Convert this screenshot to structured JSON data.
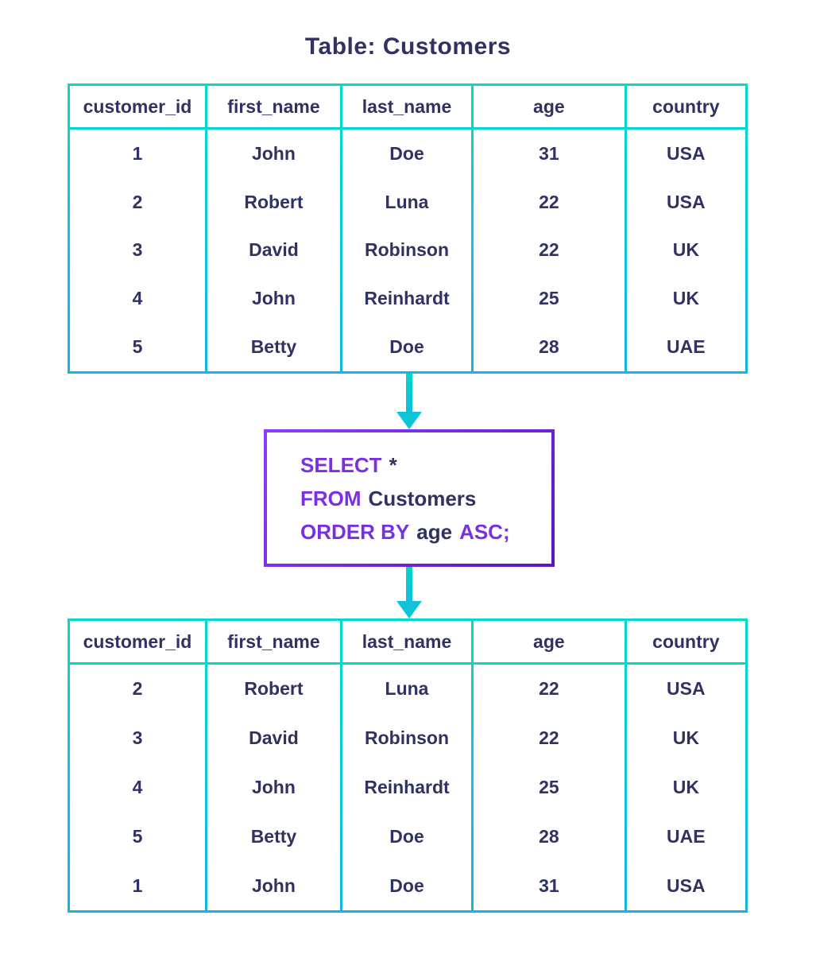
{
  "title": "Table: Customers",
  "source_table": {
    "columns": [
      {
        "header": "customer_id",
        "values": [
          "1",
          "2",
          "3",
          "4",
          "5"
        ]
      },
      {
        "header": "first_name",
        "values": [
          "John",
          "Robert",
          "David",
          "John",
          "Betty"
        ]
      },
      {
        "header": "last_name",
        "values": [
          "Doe",
          "Luna",
          "Robinson",
          "Reinhardt",
          "Doe"
        ]
      },
      {
        "header": "age",
        "values": [
          "31",
          "22",
          "22",
          "25",
          "28"
        ]
      },
      {
        "header": "country",
        "values": [
          "USA",
          "USA",
          "UK",
          "UK",
          "UAE"
        ]
      }
    ]
  },
  "query": {
    "line1": {
      "keyword": "SELECT",
      "rest": "*"
    },
    "line2": {
      "keyword": "FROM",
      "rest": "Customers"
    },
    "line3": {
      "keyword1": "ORDER BY",
      "plain": "age",
      "keyword2": "ASC;"
    }
  },
  "result_table": {
    "columns": [
      {
        "header": "customer_id",
        "values": [
          "2",
          "3",
          "4",
          "5",
          "1"
        ]
      },
      {
        "header": "first_name",
        "values": [
          "Robert",
          "David",
          "John",
          "Betty",
          "John"
        ]
      },
      {
        "header": "last_name",
        "values": [
          "Luna",
          "Robinson",
          "Reinhardt",
          "Doe",
          "Doe"
        ]
      },
      {
        "header": "age",
        "values": [
          "22",
          "22",
          "25",
          "28",
          "31"
        ]
      },
      {
        "header": "country",
        "values": [
          "USA",
          "UK",
          "UK",
          "UAE",
          "USA"
        ]
      }
    ]
  },
  "colors": {
    "table_border_top": "#00dcc6",
    "table_border_bottom": "#14b4e4",
    "arrow_teal": "#0ec4d6",
    "text_navy": "#303263",
    "keyword_purple": "#7a2fe4",
    "query_border_from": "#8b3dff",
    "query_border_to": "#5a16c0",
    "background": "#ffffff"
  }
}
